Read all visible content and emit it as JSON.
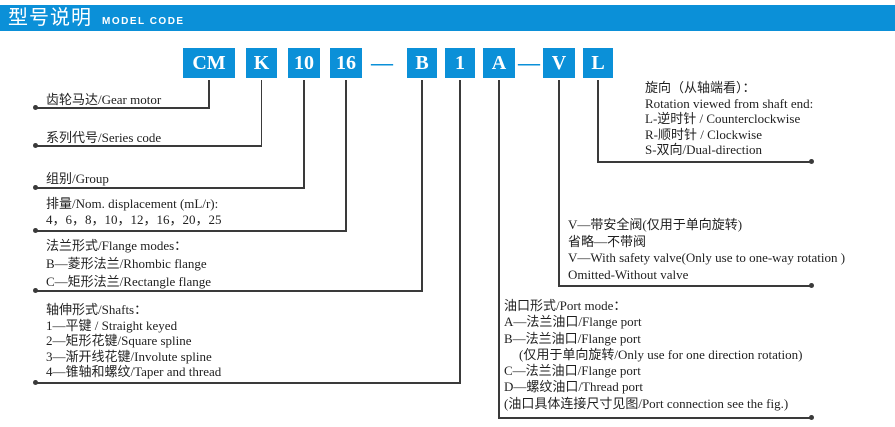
{
  "header": {
    "title_zh": "型号说明",
    "title_en": "MODEL CODE"
  },
  "model_code": {
    "boxes": [
      "CM",
      "K",
      "10",
      "16",
      "B",
      "1",
      "A",
      "V",
      "L"
    ],
    "separator": "—"
  },
  "left_labels": [
    {
      "name": "gear-motor",
      "lines": [
        "齿轮马达/Gear motor"
      ]
    },
    {
      "name": "series-code",
      "lines": [
        "系列代号/Series code"
      ]
    },
    {
      "name": "group",
      "lines": [
        "组别/Group"
      ]
    },
    {
      "name": "displacement",
      "lines": [
        "排量/Nom. displacement (mL/r):",
        "4，6，8，10，12，16，20，25"
      ]
    },
    {
      "name": "flange-modes",
      "lines": [
        "法兰形式/Flange modes：",
        "B—菱形法兰/Rhombic flange",
        "C—矩形法兰/Rectangle flange"
      ]
    },
    {
      "name": "shafts",
      "lines": [
        "轴伸形式/Shafts：",
        "1—平键 / Straight keyed",
        "2—矩形花键/Square spline",
        "3—渐开线花键/Involute spline",
        "4—锥轴和螺纹/Taper and thread"
      ]
    }
  ],
  "right_labels": [
    {
      "name": "rotation",
      "lines": [
        "旋向（从轴端看）：",
        "Rotation viewed from shaft end:",
        "L-逆时针 / Counterclockwise",
        "R-顺时针 / Clockwise",
        "S-双向/Dual-direction"
      ]
    },
    {
      "name": "safety-valve",
      "lines": [
        "V—带安全阀(仅用于单向旋转)",
        "省略—不带阀",
        "V—With safety valve(Only use to one-way rotation )",
        "Omitted-Without valve"
      ]
    },
    {
      "name": "port-mode",
      "lines": [
        "油口形式/Port mode：",
        "A—法兰油口/Flange port",
        "B—法兰油口/Flange port",
        "(仅用于单向旋转/Only use for one direction rotation)",
        "C—法兰油口/Flange port",
        "D—螺纹油口/Thread port",
        "(油口具体连接尺寸见图/Port connection see the fig.)"
      ]
    }
  ],
  "colors": {
    "accent": "#0b90d8",
    "line": "#3a3a3a",
    "text": "#1f1f1f"
  }
}
